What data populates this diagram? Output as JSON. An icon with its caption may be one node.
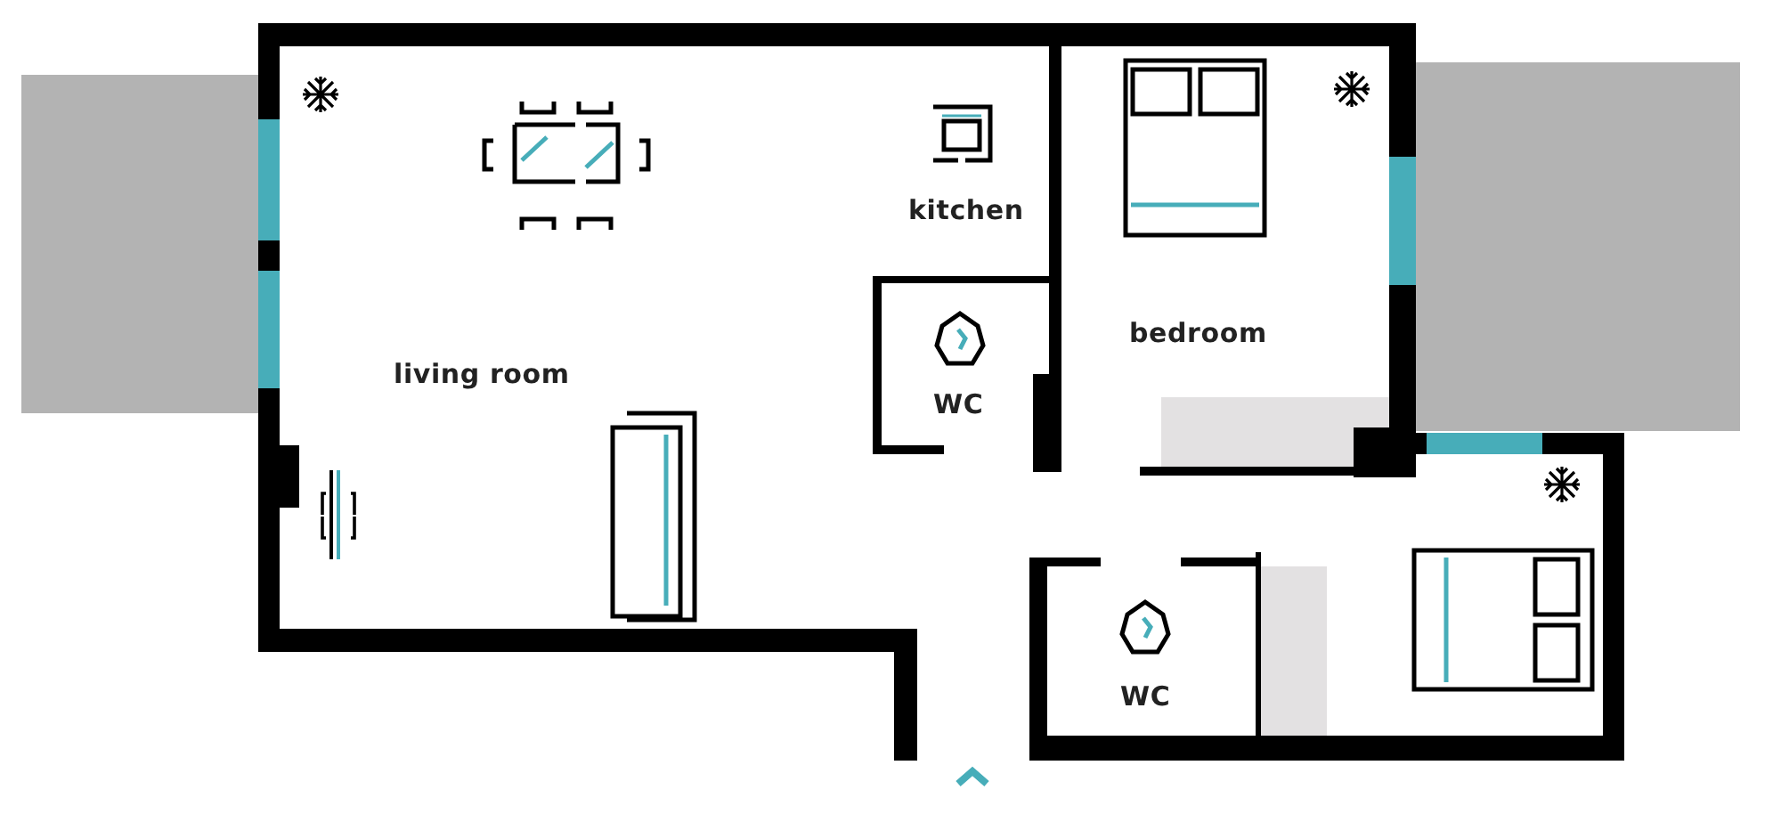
{
  "diagram": {
    "labels": [
      "kitchen",
      "bedroom",
      "living room",
      "WC",
      "WC"
    ]
  }
}
